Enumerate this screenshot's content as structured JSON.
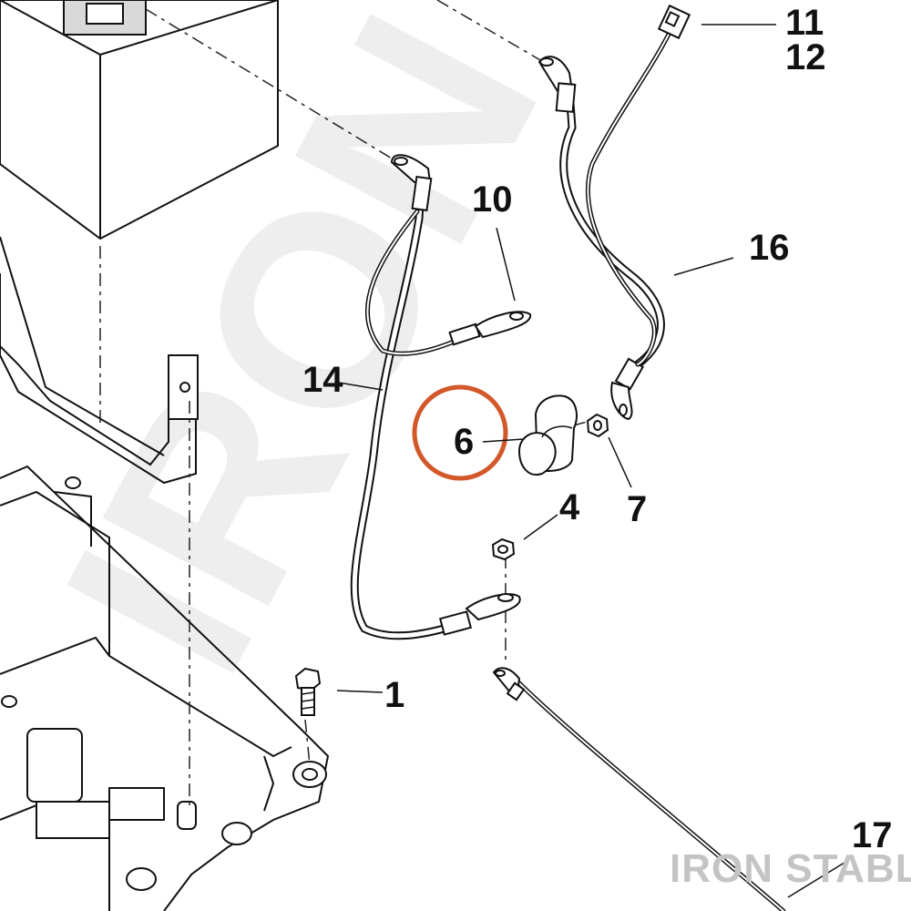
{
  "watermark": {
    "background_text": "IRON STABLE",
    "brand_text": "IRON STABLE"
  },
  "labels": {
    "l1": "1",
    "l4": "4",
    "l6": "6",
    "l7": "7",
    "l10": "10",
    "l11": "11",
    "l12": "12",
    "l14": "14",
    "l16": "16",
    "l17": "17"
  },
  "highlight": {
    "part": "6",
    "color": "#d2582a"
  }
}
